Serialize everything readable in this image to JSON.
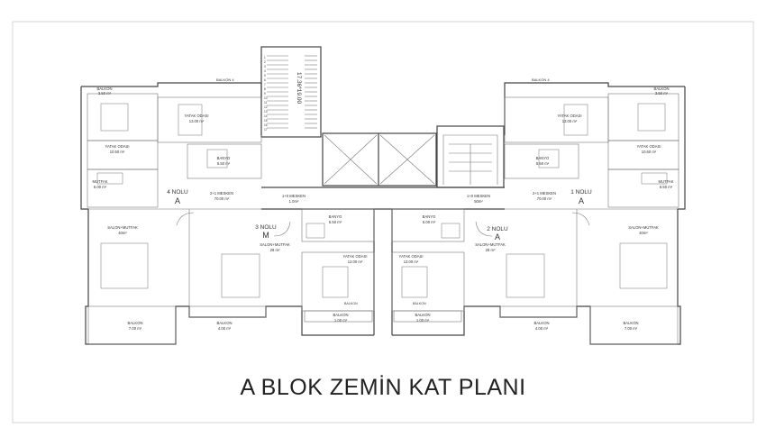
{
  "title": "A BLOK ZEMİN KAT PLANI",
  "stair_label": "17.36*19.00",
  "stair_numbers": [
    "1",
    "2",
    "3",
    "4",
    "5",
    "6",
    "7",
    "8",
    "9",
    "10",
    "11",
    "12",
    "13",
    "14",
    "15",
    "16",
    "17"
  ],
  "dims": {
    "left_top": "BALKON 4",
    "right_top": "BALKON 4",
    "left_bal": "BALKON",
    "mid_bal": "BALKON"
  },
  "units": {
    "u4": {
      "no": "4 NOLU",
      "type": "A"
    },
    "u1": {
      "no": "1 NOLU",
      "type": "A"
    },
    "u3": {
      "no": "3 NOLU",
      "type": "M"
    },
    "u2": {
      "no": "2 NOLU",
      "type": "A"
    }
  },
  "rooms": {
    "l_balkon_top": {
      "name": "BALKON",
      "area": "3.50 m²"
    },
    "l_yatak1": {
      "name": "YATAK ODASI",
      "area": "13.00 m²"
    },
    "l_yatak2": {
      "name": "YATAK ODASI",
      "area": "10.50 m²"
    },
    "l_banyo": {
      "name": "BANYO",
      "area": "5.50 m²"
    },
    "l_mutfak": {
      "name": "MUTFAK",
      "area": "6.00 m²"
    },
    "l_mesken": {
      "name": "2+1 MESKEN",
      "area": "70.00 m²"
    },
    "l_salon": {
      "name": "SALON+MUTFAK",
      "area": "40m²"
    },
    "l_balkon_bot": {
      "name": "BALKON",
      "area": "7.00 m²"
    },
    "r_balkon_top": {
      "name": "BALKON",
      "area": "3.50 m²"
    },
    "r_yatak1": {
      "name": "YATAK ODASI",
      "area": "13.00 m²"
    },
    "r_yatak2": {
      "name": "YATAK ODASI",
      "area": "10.60 m²"
    },
    "r_banyo": {
      "name": "BANYO",
      "area": "5.50 m²"
    },
    "r_mutfak": {
      "name": "MUTFAK",
      "area": "6.50 m²"
    },
    "r_mesken": {
      "name": "2+1 MESKEN",
      "area": "70.00 m²"
    },
    "r_salon": {
      "name": "SALON+MUTFAK",
      "area": "40m²"
    },
    "r_balkon_bot": {
      "name": "BALKON",
      "area": "7.00 m²"
    },
    "m3_mesken": {
      "name": "1+0 MESKEN",
      "area": "1.0m²"
    },
    "m3_banyo": {
      "name": "BANYO",
      "area": "5.50 m²"
    },
    "m3_salon": {
      "name": "SALON+MUTFAK",
      "area": "28 m²"
    },
    "m3_yatak": {
      "name": "YATAK ODASI",
      "area": "12.00 m²"
    },
    "m3_balkon_l": {
      "name": "BALKON",
      "area": "4.00 m²"
    },
    "m3_balkon_b": {
      "name": "BALKON",
      "area": "1.00 m²"
    },
    "m2_mesken": {
      "name": "1+0 MESKEN",
      "area": "50m²"
    },
    "m2_banyo": {
      "name": "BANYO",
      "area": "5.00 m²"
    },
    "m2_salon": {
      "name": "SALON+MUTFAK",
      "area": "28 m²"
    },
    "m2_yatak": {
      "name": "YATAK ODASI",
      "area": "12.00 m²"
    },
    "m2_balkon_r": {
      "name": "BALKON",
      "area": "4.00 m²"
    },
    "m2_balkon_b": {
      "name": "BALKON",
      "area": "1.00 m²"
    }
  }
}
